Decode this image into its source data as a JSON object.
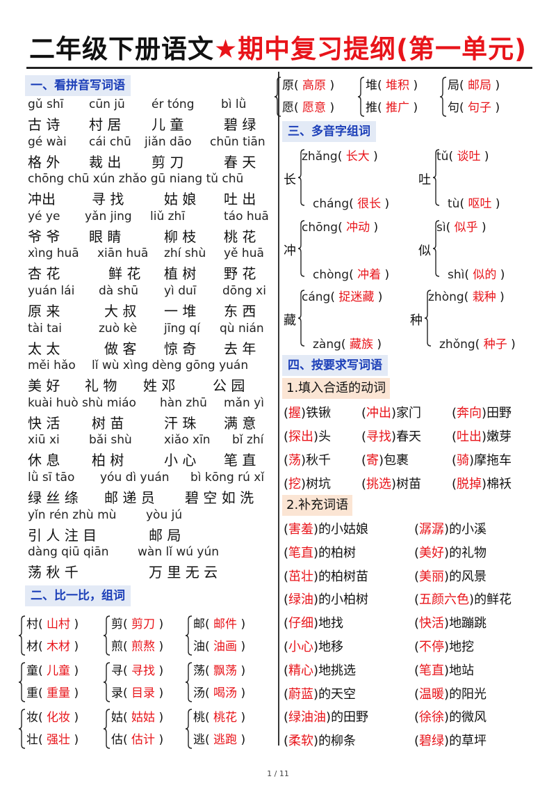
{
  "title": {
    "part1": "二年级下册语文",
    "part2": "★期中复习提纲(第一单元)"
  },
  "sections": {
    "s1": "一、看拼音写词语",
    "s2": "二、比一比，组词",
    "s3": "三、多音字组词",
    "s4": "四、按要求写词语"
  },
  "pinyin_rows": [
    {
      "py": [
        [
          "gǔ shī",
          0
        ],
        [
          "cūn jū",
          88
        ],
        [
          "ér tóng",
          178
        ],
        [
          "bì lǜ",
          278
        ]
      ],
      "hz": [
        [
          "古 诗",
          0
        ],
        [
          "村 居",
          88
        ],
        [
          "儿 童",
          178
        ],
        [
          "碧 绿",
          282
        ]
      ]
    },
    {
      "py": [
        [
          "gé wài",
          0
        ],
        [
          "cái chū",
          88
        ],
        [
          "jiǎn dāo",
          168
        ],
        [
          "chūn tiān",
          262
        ]
      ],
      "hz": [
        [
          "格 外",
          0
        ],
        [
          "裁 出",
          88
        ],
        [
          "剪 刀",
          178
        ],
        [
          "春 天",
          282
        ]
      ]
    },
    {
      "py": [
        [
          "chōng chū xún zhǎo gū niang tǔ chū",
          0
        ]
      ],
      "hz": [
        [
          "冲出",
          0
        ],
        [
          "寻 找",
          92
        ],
        [
          "姑 娘",
          196
        ],
        [
          "吐 出",
          282
        ]
      ]
    },
    {
      "py": [
        [
          "yé ye",
          0
        ],
        [
          "yǎn jing",
          82
        ],
        [
          "liǔ zhī",
          176
        ],
        [
          "táo huā",
          282
        ]
      ],
      "hz": [
        [
          "爷 爷",
          0
        ],
        [
          "眼 睛",
          88
        ],
        [
          "柳 枝",
          196
        ],
        [
          "桃 花",
          282
        ]
      ]
    },
    {
      "py": [
        [
          "xìng huā",
          0
        ],
        [
          "xiān huā",
          100
        ],
        [
          "zhí shù",
          196
        ],
        [
          "yě huā",
          282
        ]
      ],
      "hz": [
        [
          "杏 花",
          0
        ],
        [
          "鲜 花",
          116
        ],
        [
          "植 树",
          196
        ],
        [
          "野 花",
          282
        ]
      ]
    },
    {
      "py": [
        [
          "yuán lái",
          0
        ],
        [
          "dà shū",
          102
        ],
        [
          "yì duī",
          196
        ],
        [
          "dōng xi",
          280
        ]
      ],
      "hz": [
        [
          "原 来",
          0
        ],
        [
          "大 叔",
          110
        ],
        [
          "一 堆",
          196
        ],
        [
          "东 西",
          282
        ]
      ]
    },
    {
      "py": [
        [
          "tài tai",
          0
        ],
        [
          "zuò kè",
          102
        ],
        [
          "jīng qí",
          196
        ],
        [
          "qù nián",
          276
        ]
      ],
      "hz": [
        [
          "太 太",
          0
        ],
        [
          "做 客",
          110
        ],
        [
          "惊 奇",
          196
        ],
        [
          "去 年",
          282
        ]
      ]
    },
    {
      "py": [
        [
          "měi hǎo",
          0
        ],
        [
          "lǐ wù xìng dèng gōng yuán",
          92
        ]
      ],
      "hz": [
        [
          "美 好",
          0
        ],
        [
          "礼 物",
          82
        ],
        [
          "姓 邓",
          166
        ],
        [
          "公 园",
          266
        ]
      ]
    },
    {
      "py": [
        [
          "kuài huò shù miáo",
          0
        ],
        [
          "hàn zhū",
          190
        ],
        [
          "mǎn yì",
          282
        ]
      ],
      "hz": [
        [
          "快 活",
          0
        ],
        [
          "树 苗",
          92
        ],
        [
          "汗 珠",
          196
        ],
        [
          "满 意",
          282
        ]
      ]
    },
    {
      "py": [
        [
          "xiū xi",
          0
        ],
        [
          "bǎi shù",
          88
        ],
        [
          "xiǎo xīn",
          196
        ],
        [
          "bǐ zhí",
          294
        ]
      ],
      "hz": [
        [
          "休 息",
          0
        ],
        [
          "柏 树",
          92
        ],
        [
          "小 心",
          196
        ],
        [
          "笔 直",
          282
        ]
      ]
    },
    {
      "py": [
        [
          "lǜ sī tāo",
          0
        ],
        [
          "yóu dì yuán",
          104
        ],
        [
          "bì kōng rú xǐ",
          234
        ]
      ],
      "hz": [
        [
          "绿 丝 绦",
          0
        ],
        [
          "邮 递 员",
          110
        ],
        [
          "碧 空 如 洗",
          226
        ]
      ]
    },
    {
      "py": [
        [
          "yǐn rén zhù mù",
          0
        ],
        [
          "yòu jú",
          170
        ]
      ],
      "hz": [
        [
          "引 人 注 目",
          0
        ],
        [
          "邮 局",
          174
        ]
      ]
    },
    {
      "py": [
        [
          "dàng qiū qiān",
          0
        ],
        [
          "wàn lǐ wú yún",
          158
        ]
      ],
      "hz": [
        [
          "荡 秋 千",
          0
        ],
        [
          "万 里 无 云",
          174
        ]
      ]
    }
  ],
  "compare_groups": [
    [
      [
        "村",
        "山村"
      ],
      [
        "材",
        "木材"
      ]
    ],
    [
      [
        "童",
        "儿童"
      ],
      [
        "重",
        "重量"
      ]
    ],
    [
      [
        "妆",
        "化妆"
      ],
      [
        "壮",
        "强壮"
      ]
    ],
    [
      [
        "剪",
        "剪刀"
      ],
      [
        "煎",
        "煎熬"
      ]
    ],
    [
      [
        "寻",
        "寻找"
      ],
      [
        "录",
        "目录"
      ]
    ],
    [
      [
        "姑",
        "姑姑"
      ],
      [
        "估",
        "估计"
      ]
    ],
    [
      [
        "邮",
        "邮件"
      ],
      [
        "油",
        "油画"
      ]
    ],
    [
      [
        "荡",
        "飘荡"
      ],
      [
        "汤",
        "喝汤"
      ]
    ],
    [
      [
        "桃",
        "桃花"
      ],
      [
        "逃",
        "逃跑"
      ]
    ],
    [
      [
        "原",
        "高原"
      ],
      [
        "愿",
        "愿意"
      ]
    ],
    [
      [
        "堆",
        "堆积"
      ],
      [
        "推",
        "推广"
      ]
    ],
    [
      [
        "局",
        "邮局"
      ],
      [
        "句",
        "句子"
      ]
    ]
  ],
  "polyphones": [
    {
      "char": "长",
      "top": [
        "zhǎng",
        "长大"
      ],
      "bottom": [
        "cháng",
        "很长"
      ]
    },
    {
      "char": "吐",
      "top": [
        "tǔ",
        "谈吐"
      ],
      "bottom": [
        "tù",
        "呕吐"
      ]
    },
    {
      "char": "冲",
      "top": [
        "chōng",
        "冲动"
      ],
      "bottom": [
        "chòng",
        "冲着"
      ]
    },
    {
      "char": "似",
      "top": [
        "sì",
        "似乎"
      ],
      "bottom": [
        "shì",
        "似的"
      ]
    },
    {
      "char": "藏",
      "top": [
        "cáng",
        "捉迷藏"
      ],
      "bottom": [
        "zàng",
        "藏族"
      ]
    },
    {
      "char": "种",
      "top": [
        "zhòng",
        "栽种"
      ],
      "bottom": [
        "zhǒng",
        "种子"
      ]
    }
  ],
  "sub1": "1.填入合适的动词",
  "verbs": [
    [
      [
        "握",
        "铁锹"
      ],
      [
        "冲出",
        "家门"
      ],
      [
        "奔向",
        "田野"
      ]
    ],
    [
      [
        "探出",
        "头"
      ],
      [
        "寻找",
        "春天"
      ],
      [
        "吐出",
        "嫩芽"
      ]
    ],
    [
      [
        "荡",
        "秋千"
      ],
      [
        "寄",
        "包裹"
      ],
      [
        "骑",
        "摩拖车"
      ]
    ],
    [
      [
        "挖",
        "树坑"
      ],
      [
        "挑选",
        "树苗"
      ],
      [
        "脱掉",
        "棉袄"
      ]
    ]
  ],
  "sub2": "2.补充词语",
  "fill": [
    [
      [
        "害羞",
        "的小姑娘"
      ],
      [
        "潺潺",
        "的小溪"
      ]
    ],
    [
      [
        "笔直",
        "的柏树"
      ],
      [
        "美好",
        "的礼物"
      ]
    ],
    [
      [
        "茁壮",
        "的柏树苗"
      ],
      [
        "美丽",
        "的风景"
      ]
    ],
    [
      [
        "绿油",
        "的小柏树"
      ],
      [
        "五颜六色",
        "的鲜花"
      ]
    ],
    [
      [
        "仔细",
        "地找"
      ],
      [
        "快活",
        "地蹦跳"
      ]
    ],
    [
      [
        "小心",
        "地移"
      ],
      [
        "不停",
        "地挖"
      ]
    ],
    [
      [
        "精心",
        "地挑选"
      ],
      [
        "笔直",
        "地站"
      ]
    ],
    [
      [
        "蔚蓝",
        "的天空"
      ],
      [
        "温暖",
        "的阳光"
      ]
    ],
    [
      [
        "绿油油",
        "的田野"
      ],
      [
        "徐徐",
        "的微风"
      ]
    ],
    [
      [
        "柔软",
        "的柳条"
      ],
      [
        "碧绿",
        "的草坪"
      ]
    ]
  ],
  "page_number": "1 / 11",
  "colors": {
    "answer": "#e8141a",
    "section": "#1c3fb8",
    "section_bg": "#e3eaf6",
    "sub_bg": "#fbe5d4"
  }
}
